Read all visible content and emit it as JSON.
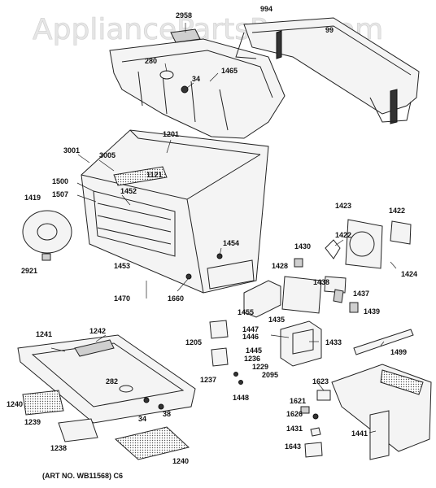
{
  "watermark": "AppliancePartsPros.com",
  "caption": "(ART NO. WB11568) C6",
  "labels": {
    "l2958": "2958",
    "l994": "994",
    "l99": "99",
    "l280": "280",
    "l34a": "34",
    "l1465": "1465",
    "l1201": "1201",
    "l3001": "3001",
    "l3005": "3005",
    "l1121": "1121",
    "l1500": "1500",
    "l1507": "1507",
    "l1419": "1419",
    "l1452": "1452",
    "l1423": "1423",
    "l1422a": "1422",
    "l1422b": "1422",
    "l1454": "1454",
    "l1430": "1430",
    "l1428": "1428",
    "l1424": "1424",
    "l1453": "1453",
    "l2921": "2921",
    "l1660": "1660",
    "l1438": "1438",
    "l1437": "1437",
    "l1439": "1439",
    "l1470": "1470",
    "l1455": "1455",
    "l1435": "1435",
    "l1447": "1447",
    "l1446": "1446",
    "l1205": "1205",
    "l1433": "1433",
    "l1499": "1499",
    "l1241": "1241",
    "l1242": "1242",
    "l1445": "1445",
    "l1236": "1236",
    "l1229": "1229",
    "l2095": "2095",
    "l1237": "1237",
    "l282": "282",
    "l1623": "1623",
    "l1448": "1448",
    "l1240a": "1240",
    "l1621": "1621",
    "l1626": "1626",
    "l34b": "34",
    "l38": "38",
    "l1239": "1239",
    "l1431": "1431",
    "l1441": "1441",
    "l1238": "1238",
    "l1643": "1643",
    "l1240b": "1240"
  }
}
